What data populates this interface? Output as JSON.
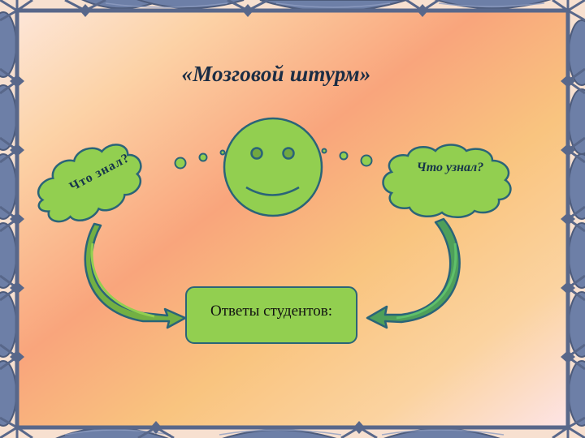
{
  "slide": {
    "title": "«Мозговой штурм»",
    "left_cloud": {
      "label": "Что знал?"
    },
    "right_cloud": {
      "label": "Что узнал?"
    },
    "answer_box": {
      "label": "Ответы студентов:"
    },
    "center_icon": "smiley-face"
  },
  "colors": {
    "background_gradient": [
      "#fde4d0",
      "#f9a97c",
      "#f9c77f",
      "#fde3e4"
    ],
    "frame": "#5e6e92",
    "shape_fill": "#92cf50",
    "shape_stroke": "#2a6478",
    "title_text": "#1b2d44"
  }
}
